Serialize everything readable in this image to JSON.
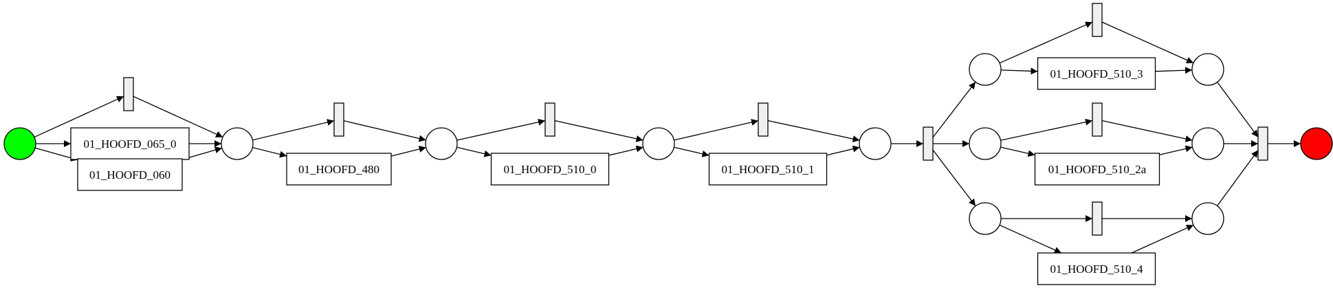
{
  "diagram": {
    "type": "petri-net",
    "colors": {
      "start_place": "#00ff00",
      "end_place": "#ff0000",
      "place": "#ffffff",
      "silent_transition": "#f0f0f0",
      "transition": "#ffffff",
      "stroke": "#000000"
    },
    "places": [
      {
        "id": "p_start",
        "role": "start"
      },
      {
        "id": "p1",
        "role": "normal"
      },
      {
        "id": "p2",
        "role": "normal"
      },
      {
        "id": "p3",
        "role": "normal"
      },
      {
        "id": "p4",
        "role": "normal"
      },
      {
        "id": "p5",
        "role": "normal"
      },
      {
        "id": "p6",
        "role": "normal"
      },
      {
        "id": "p7",
        "role": "normal"
      },
      {
        "id": "p8",
        "role": "normal"
      },
      {
        "id": "p9",
        "role": "normal"
      },
      {
        "id": "p10",
        "role": "normal"
      },
      {
        "id": "p_end",
        "role": "end"
      }
    ],
    "transitions": [
      {
        "id": "t_065",
        "label": "01_HOOFD_065_0"
      },
      {
        "id": "t_060",
        "label": "01_HOOFD_060"
      },
      {
        "id": "t_480",
        "label": "01_HOOFD_480"
      },
      {
        "id": "t_510_0",
        "label": "01_HOOFD_510_0"
      },
      {
        "id": "t_510_1",
        "label": "01_HOOFD_510_1"
      },
      {
        "id": "t_510_3",
        "label": "01_HOOFD_510_3"
      },
      {
        "id": "t_510_2a",
        "label": "01_HOOFD_510_2a"
      },
      {
        "id": "t_510_4",
        "label": "01_HOOFD_510_4"
      }
    ],
    "silent_transitions": [
      {
        "id": "s1"
      },
      {
        "id": "s2"
      },
      {
        "id": "s3"
      },
      {
        "id": "s4"
      },
      {
        "id": "s_split"
      },
      {
        "id": "s5"
      },
      {
        "id": "s6"
      },
      {
        "id": "s7"
      },
      {
        "id": "s_join"
      }
    ],
    "arcs": [
      [
        "p_start",
        "s1"
      ],
      [
        "p_start",
        "t_065"
      ],
      [
        "p_start",
        "t_060"
      ],
      [
        "s1",
        "p1"
      ],
      [
        "t_065",
        "p1"
      ],
      [
        "t_060",
        "p1"
      ],
      [
        "p1",
        "s2"
      ],
      [
        "p1",
        "t_480"
      ],
      [
        "s2",
        "p2"
      ],
      [
        "t_480",
        "p2"
      ],
      [
        "p2",
        "s3"
      ],
      [
        "p2",
        "t_510_0"
      ],
      [
        "s3",
        "p3"
      ],
      [
        "t_510_0",
        "p3"
      ],
      [
        "p3",
        "s4"
      ],
      [
        "p3",
        "t_510_1"
      ],
      [
        "s4",
        "p4"
      ],
      [
        "t_510_1",
        "p4"
      ],
      [
        "p4",
        "s_split"
      ],
      [
        "s_split",
        "p5"
      ],
      [
        "s_split",
        "p6"
      ],
      [
        "s_split",
        "p7"
      ],
      [
        "p5",
        "s5"
      ],
      [
        "p5",
        "t_510_3"
      ],
      [
        "s5",
        "p8"
      ],
      [
        "t_510_3",
        "p8"
      ],
      [
        "p6",
        "s6"
      ],
      [
        "p6",
        "t_510_2a"
      ],
      [
        "s6",
        "p9"
      ],
      [
        "t_510_2a",
        "p9"
      ],
      [
        "p7",
        "s7"
      ],
      [
        "p7",
        "t_510_4"
      ],
      [
        "s7",
        "p10"
      ],
      [
        "t_510_4",
        "p10"
      ],
      [
        "p8",
        "s_join"
      ],
      [
        "p9",
        "s_join"
      ],
      [
        "p10",
        "s_join"
      ],
      [
        "s_join",
        "p_end"
      ]
    ]
  }
}
